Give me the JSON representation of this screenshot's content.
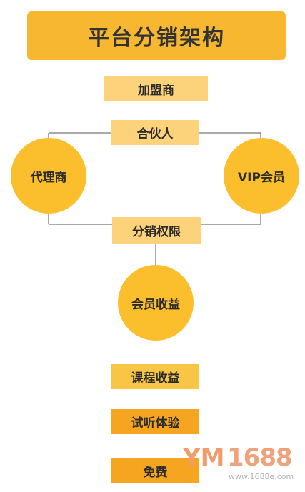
{
  "title": "平台分销架构",
  "nodes": {
    "franchisee": "加盟商",
    "partner": "合伙人",
    "agent": "代理商",
    "vip": "VIP会员",
    "distribution_rights": "分销权限",
    "member_revenue": "会员收益",
    "course_revenue": "课程收益",
    "trial": "试听体验",
    "free": "免费"
  },
  "watermark": {
    "logo_text": "YM",
    "number": "1688",
    "url": "www.1688e.com"
  },
  "colors": {
    "title_bg": "#f7b731",
    "light_box": "#fcd27a",
    "mid_box": "#f9c545",
    "deep_box": "#f6a521",
    "circle": "#fbbf2e"
  }
}
